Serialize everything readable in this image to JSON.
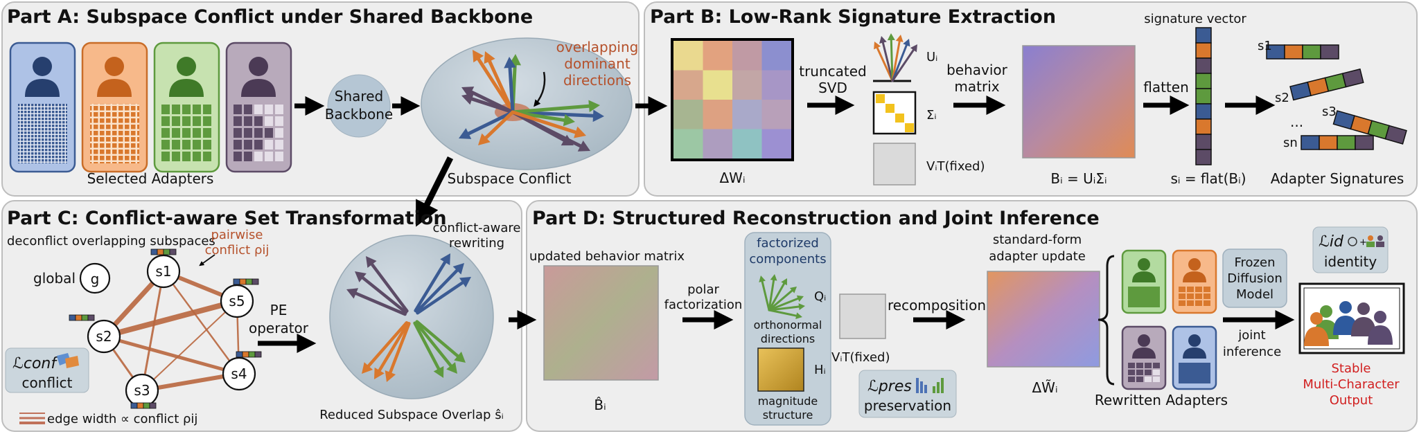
{
  "part_a": {
    "title": "Part A: Subspace Conflict under Shared Backbone",
    "selected_adapters": "Selected Adapters",
    "shared_backbone": [
      "Shared",
      "Backbone"
    ],
    "overlap_label": [
      "overlapping",
      "dominant",
      "directions"
    ],
    "subspace_conflict": "Subspace Conflict"
  },
  "part_b": {
    "title": "Part B: Low-Rank Signature Extraction",
    "delta_w": "ΔWᵢ",
    "truncated_svd": [
      "truncated",
      "SVD"
    ],
    "u_i": "Uᵢ",
    "sigma_i": "Σᵢ",
    "v_fixed": "VᵢT(fixed)",
    "behavior_matrix": [
      "behavior",
      "matrix"
    ],
    "b_eq": "Bᵢ = UᵢΣᵢ",
    "flatten": "flatten",
    "signature_vector": "signature vector",
    "s_eq": "sᵢ = flat(Bᵢ)",
    "signatures": [
      "s1",
      "s2",
      "s3",
      "sn"
    ],
    "ellipsis": "...",
    "adapter_signatures": "Adapter Signatures"
  },
  "part_c": {
    "title": "Part C: Conflict-aware Set Transformation",
    "subtitle": "deconflict overlapping subspaces",
    "global": "global",
    "g": "g",
    "pairwise": [
      "pairwise",
      "conflict ρij"
    ],
    "nodes": [
      "s1",
      "s2",
      "s3",
      "s4",
      "s5"
    ],
    "loss_conf_sym": "ℒconf",
    "loss_conf": "conflict",
    "legend_edge": "edge width ∝ conflict ρij",
    "pe_operator": [
      "PE",
      "operator"
    ],
    "conflict_aware": [
      "conflict-aware",
      "rewriting"
    ],
    "reduced": "Reduced Subspace Overlap ŝᵢ"
  },
  "part_d": {
    "title": "Part D: Structured Reconstruction and Joint Inference",
    "updated_behavior": "updated behavior matrix",
    "b_hat": "B̂ᵢ",
    "polar": [
      "polar",
      "factorization"
    ],
    "factorized": [
      "factorized",
      "components"
    ],
    "q_i": "Qᵢ",
    "orthonormal": [
      "orthonormal",
      "directions"
    ],
    "h_i": "Hᵢ",
    "magnitude": [
      "magnitude",
      "structure"
    ],
    "v_fixed": "VᵢT(fixed)",
    "loss_pres_sym": "ℒpres",
    "loss_pres": "preservation",
    "recomposition": "recomposition",
    "standard_form": [
      "standard-form",
      "adapter update"
    ],
    "delta_w_tilde": "ΔW̃ᵢ",
    "rewritten": "Rewritten Adapters",
    "frozen": [
      "Frozen",
      "Diffusion",
      "Model"
    ],
    "loss_id_sym": "ℒid",
    "identity": "identity",
    "joint": [
      "joint",
      "inference"
    ],
    "stable": [
      "Stable",
      "Multi-Character",
      "Output"
    ]
  },
  "colors": {
    "blue": "#3b5b93",
    "orange": "#d9782d",
    "green": "#5e9a3e",
    "purple": "#5c4b66",
    "red_brown": "#b5512b",
    "crimson": "#d11f1f"
  }
}
